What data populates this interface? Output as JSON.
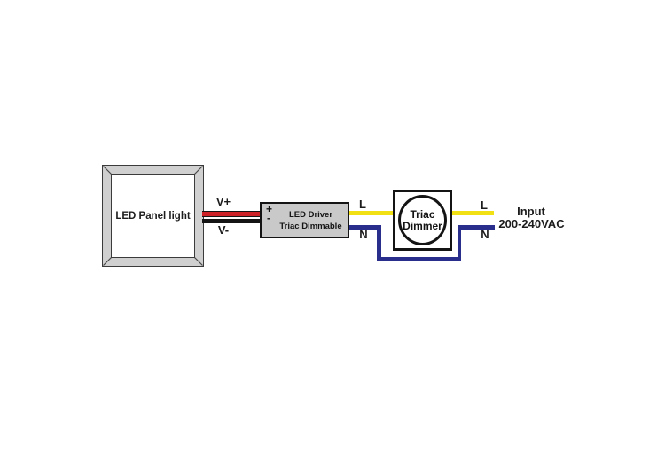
{
  "diagram": {
    "panel": {
      "label": "LED Panel light"
    },
    "driver": {
      "plus": "+",
      "minus": "-",
      "line1": "LED Driver",
      "line2": "Triac Dimmable"
    },
    "dimmer": {
      "line1": "Triac",
      "line2": "Dimmer"
    },
    "labels": {
      "v_plus": "V+",
      "v_minus": "V-",
      "live_left": "L",
      "neutral_left": "N",
      "live_right": "L",
      "neutral_right": "N",
      "input_line1": "Input",
      "input_line2": "200-240VAC"
    },
    "colors": {
      "wire_positive": "#cb2127",
      "wire_negative": "#141414",
      "wire_live": "#f1e013",
      "wire_neutral": "#292d8c",
      "box_fill": "#c9c9c9",
      "panel_frame": "#d0d0d0"
    }
  }
}
